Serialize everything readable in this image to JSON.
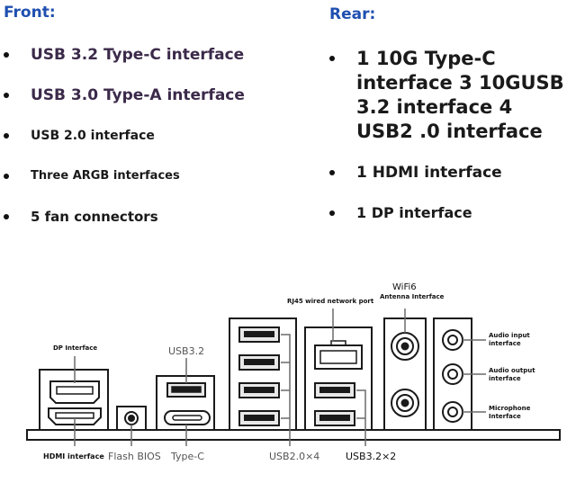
{
  "front": {
    "title": "Front:",
    "items": [
      "USB 3.2 Type-C interface",
      "USB 3.0 Type-A interface",
      "USB 2.0 interface",
      "Three ARGB interfaces",
      "5 fan connectors"
    ]
  },
  "rear": {
    "title": "Rear:",
    "items": [
      "1 10G Type-C interface 3 10GUSB 3.2 interface 4 USB2 .0 interface",
      "1 HDMI interface",
      "1 DP interface"
    ]
  },
  "diagram": {
    "labels": {
      "dp": "DP Interface",
      "hdmi": "HDMI interface",
      "flash_bios": "Flash BIOS",
      "usb32_top": "USB3.2",
      "typec": "Type-C",
      "usb20x4": "USB2.0×4",
      "rj45": "RJ45 wired network port",
      "usb32x2": "USB3.2×2",
      "wifi_line1": "WiFi6",
      "wifi_line2": "Antenna Interface",
      "audio_in": "Audio input interface",
      "audio_out": "Audio output interface",
      "mic": "Microphone Interface"
    },
    "accent": "#4a3c6e"
  }
}
